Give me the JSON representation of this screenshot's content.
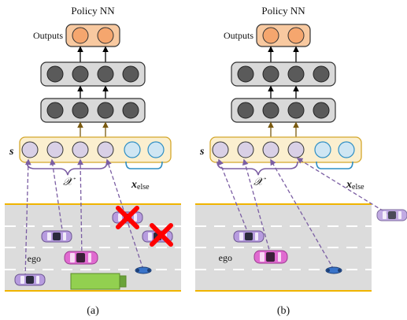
{
  "panels": [
    {
      "id": "a",
      "title": "Policy NN",
      "outputs_label": "Outputs",
      "state_label": "s",
      "x_label": "𝒳",
      "xelse_label": "x",
      "xelse_sub": "else",
      "ego_label": "ego",
      "caption": "(a)"
    },
    {
      "id": "b",
      "title": "Policy NN",
      "outputs_label": "Outputs",
      "state_label": "s",
      "x_label": "𝒳",
      "xelse_label": "x",
      "xelse_sub": "else",
      "ego_label": "ego",
      "caption": "(b)"
    }
  ],
  "colors": {
    "output_fill": "#f8c9a0",
    "output_node": "#f5a66e",
    "hidden_fill": "#d9d9d9",
    "hidden_node": "#5a5a5a",
    "state_fill": "#fbefcf",
    "state_border": "#d4a72c",
    "x_node": "#d9d0e6",
    "xelse_node": "#cfe6f3",
    "xelse_border": "#2f8fc4",
    "road": "#dcdcdc",
    "road_edge": "#f0b400",
    "dash": "#7b5ea3",
    "car_purple": "#b79cdf",
    "car_ego": "#e06ad0",
    "truck": "#92d050",
    "cross": "#ff0000",
    "arrow_brown": "#7a5a10"
  }
}
